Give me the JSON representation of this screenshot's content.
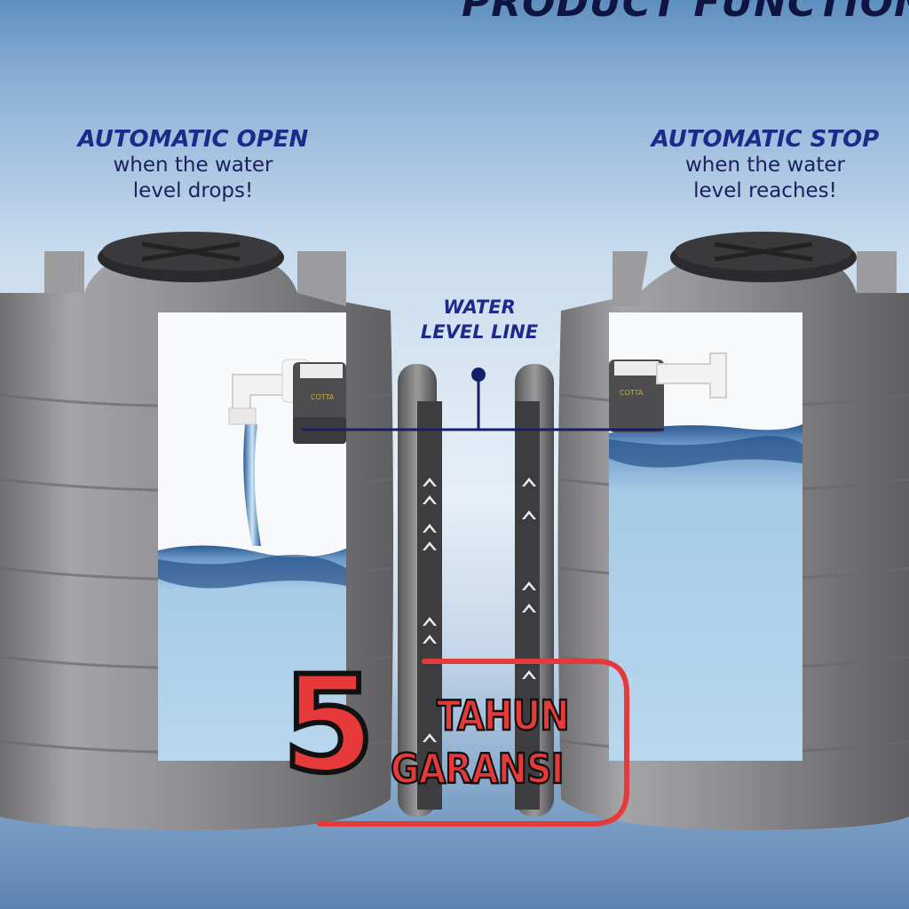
{
  "heading": "PRODUCT FUNCTION",
  "left_caption": {
    "title": "AUTOMATIC OPEN",
    "line1": "when the water",
    "line2": "level drops!"
  },
  "right_caption": {
    "title": "AUTOMATIC STOP",
    "line1": "when the water",
    "line2": "level reaches!"
  },
  "water_level": {
    "line1": "WATER",
    "line2": "LEVEL LINE"
  },
  "valve_brand": "COTTA",
  "warranty": {
    "number": "5",
    "word1": "TAHUN",
    "word2": "GARANSI"
  },
  "colors": {
    "accent_red": "#e63a3a",
    "caption_blue": "#1e2a8a",
    "tank_gray": "#8e8e90",
    "water_blue": "#a9cde8"
  }
}
